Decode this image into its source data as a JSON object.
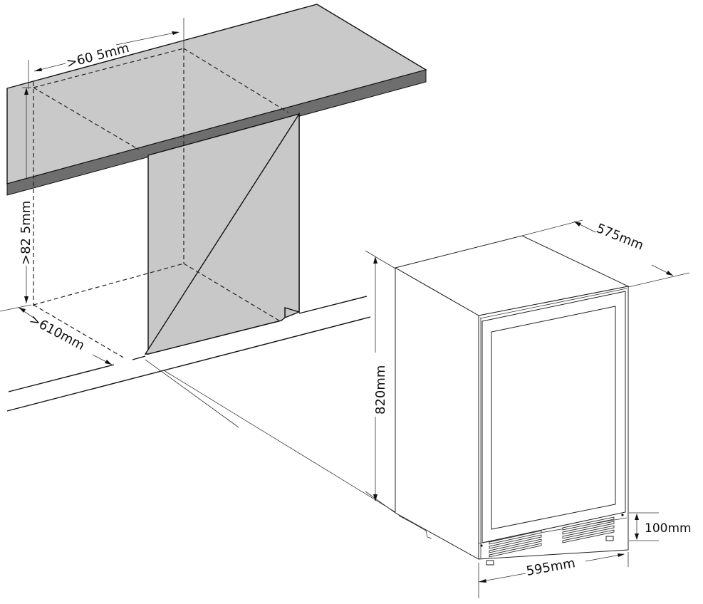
{
  "diagram": {
    "type": "installation-dimensions",
    "subject": "built-in under-counter wine cooler",
    "niche": {
      "width_label": ">60 5mm",
      "height_label": ">82 5mm",
      "depth_label": ">610mm"
    },
    "appliance": {
      "depth_label": "575mm",
      "height_label": "820mm",
      "width_label": "595mm",
      "vent_height_label": "100mm"
    },
    "colors": {
      "countertop": "#c9c9c9",
      "countertop_edge": "#6e6e6e",
      "side_panel": "#c8c8c8",
      "line": "#111111",
      "background": "#ffffff"
    }
  }
}
